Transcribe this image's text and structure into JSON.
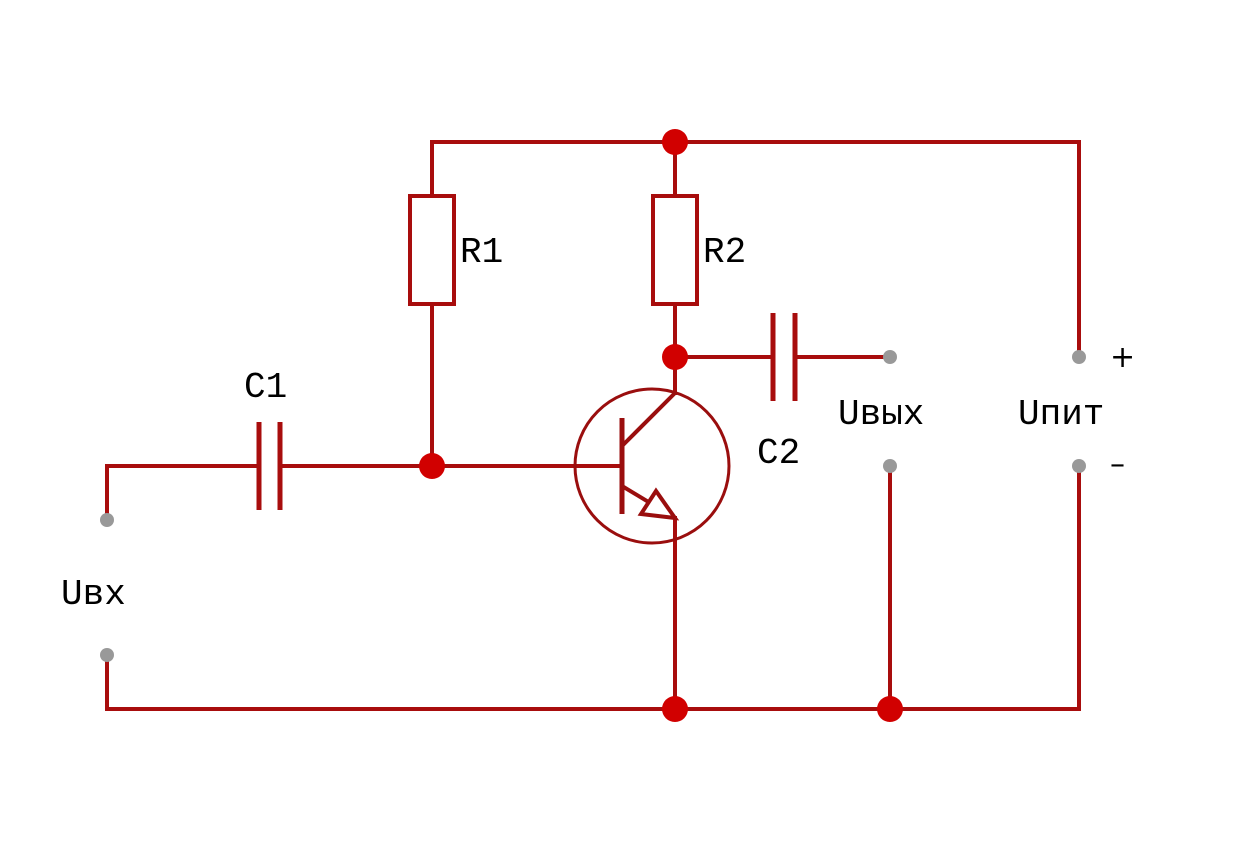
{
  "colors": {
    "wire": "#a80d0d",
    "junction": "#d10000",
    "transistor": "#9a0e0e",
    "terminal": "#999999",
    "text": "#000000"
  },
  "components": {
    "r1": "R1",
    "r2": "R2",
    "c1": "C1",
    "c2": "C2"
  },
  "ports": {
    "input": "Uвх",
    "output": "Uвых",
    "supply": "Uпит",
    "supply_plus": "+",
    "supply_minus": "–"
  }
}
